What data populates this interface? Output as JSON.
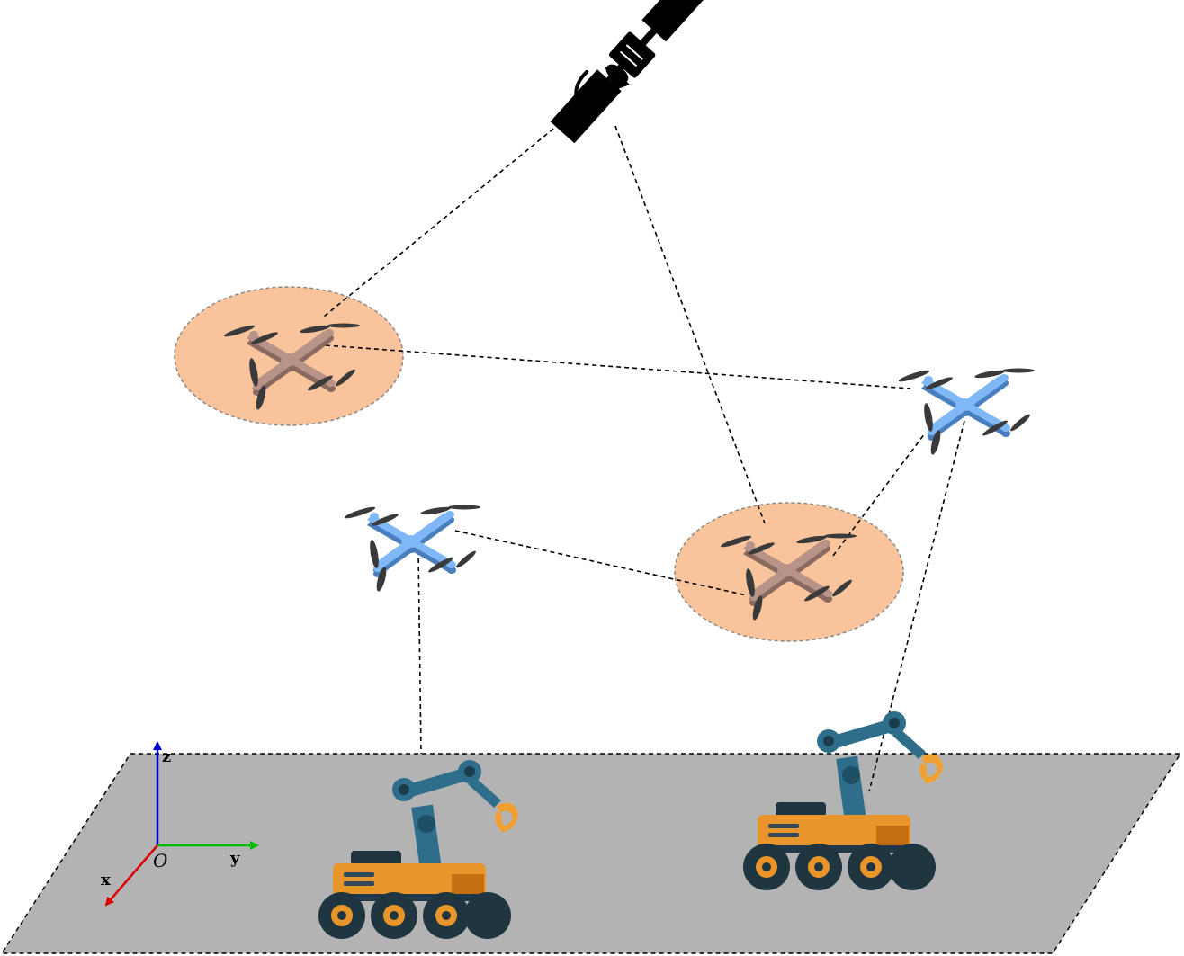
{
  "axes": {
    "origin": "O",
    "x": "x",
    "y": "y",
    "z": "z",
    "colors": {
      "x": "#dd0000",
      "y": "#00bb00",
      "z": "#0000dd"
    }
  },
  "colors": {
    "ground": "#b3b3b3",
    "coverage_zone": "#f9c49b",
    "leader_drone": "#b89388",
    "follower_drone": "#7fb8f5",
    "rover_body": "#e8962b",
    "rover_arm": "#2f6e8a",
    "wheel": "#1f3540",
    "claw": "#f0a030"
  },
  "icons": [
    "satellite-icon",
    "quadcopter-icon",
    "rover-robot-icon",
    "signal-waves-icon"
  ]
}
